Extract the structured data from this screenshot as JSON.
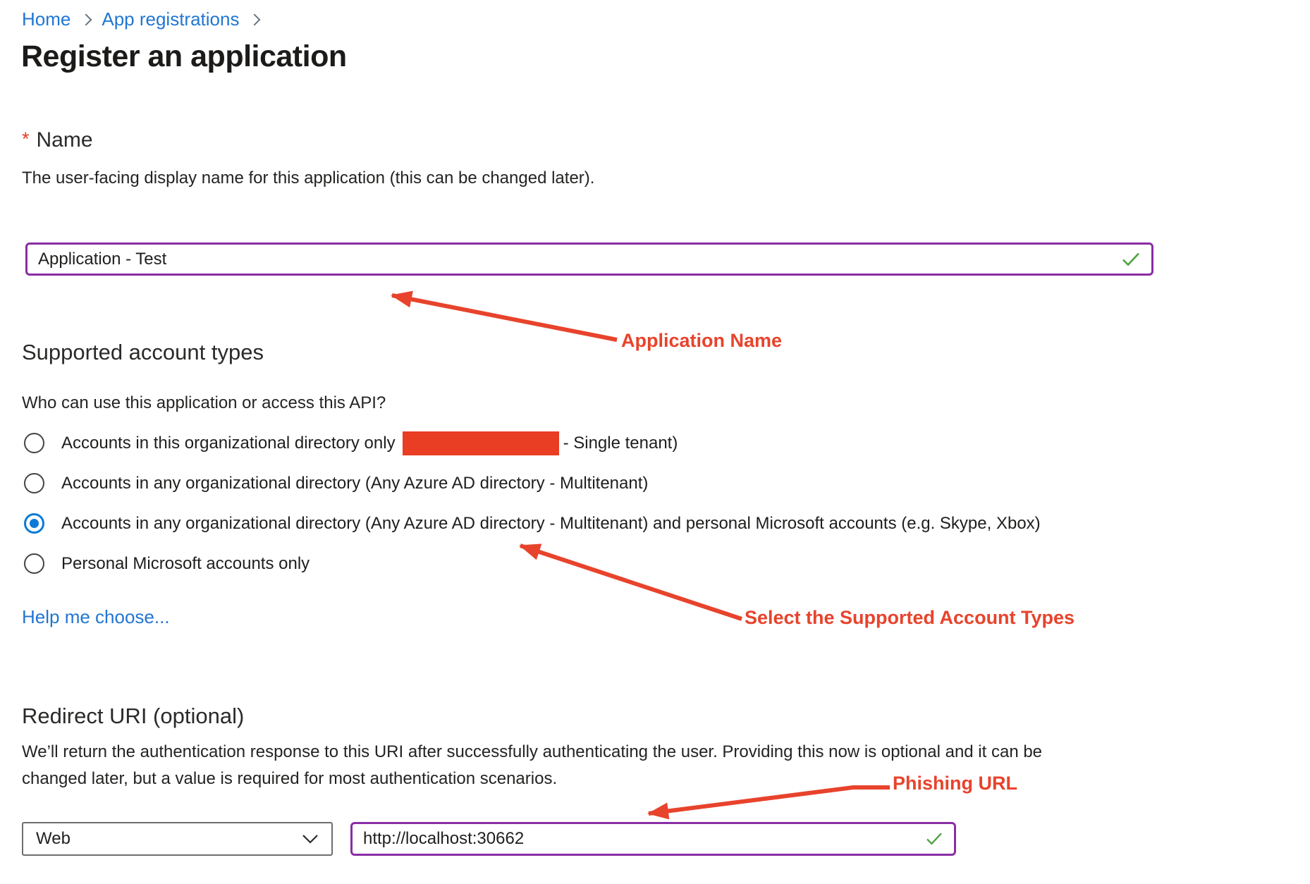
{
  "breadcrumb": {
    "items": [
      "Home",
      "App registrations"
    ]
  },
  "page": {
    "title": "Register an application"
  },
  "name_section": {
    "required_marker": "*",
    "label": "Name",
    "description": "The user-facing display name for this application (this can be changed later).",
    "input_value": "Application - Test",
    "valid_icon": "checkmark-icon"
  },
  "account_section": {
    "heading": "Supported account types",
    "question": "Who can use this application or access this API?",
    "options": [
      {
        "label_before": "Accounts in this organizational directory only",
        "redacted": true,
        "label_after": "- Single tenant)",
        "selected": false
      },
      {
        "label_before": "Accounts in any organizational directory (Any Azure AD directory - Multitenant)",
        "selected": false
      },
      {
        "label_before": "Accounts in any organizational directory (Any Azure AD directory - Multitenant) and personal Microsoft accounts (e.g. Skype, Xbox)",
        "selected": true
      },
      {
        "label_before": "Personal Microsoft accounts only",
        "selected": false
      }
    ],
    "help_link": "Help me choose..."
  },
  "redirect_section": {
    "heading": "Redirect URI (optional)",
    "description_line1": "We’ll return the authentication response to this URI after successfully authenticating the user. Providing this now is optional and it can be",
    "description_line2": "changed later, but a value is required for most authentication scenarios.",
    "platform_value": "Web",
    "dropdown_icon": "chevron-down-icon",
    "uri_value": "http://localhost:30662",
    "valid_icon": "checkmark-icon"
  },
  "annotations": {
    "application_name": "Application Name",
    "account_types": "Select the Supported Account Types",
    "phishing_url": "Phishing URL"
  },
  "icons": {
    "breadcrumb_separator": "chevron-right-icon"
  },
  "colors": {
    "link-blue": "#2176d2",
    "annotation-red": "#E8432C",
    "redaction-red": "#E93D24",
    "input-purple": "#8A2DA5",
    "valid-green": "#4CA33E",
    "radio-blue": "#0D7AD6",
    "required-red": "#E0402A",
    "border-gray": "#6E6E6E"
  }
}
